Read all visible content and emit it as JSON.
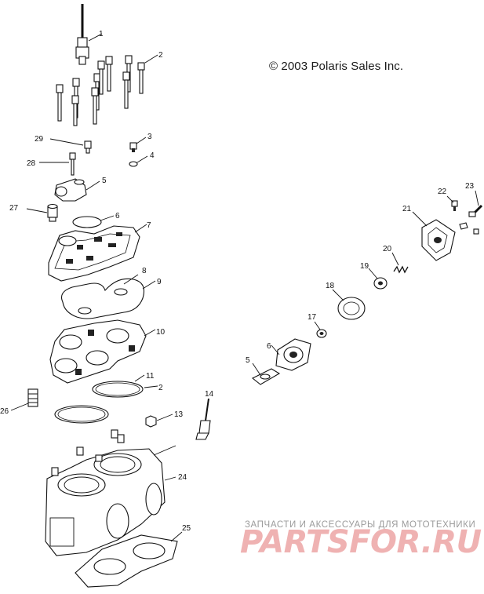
{
  "copyright": "© 2003 Polaris Sales Inc.",
  "watermark": {
    "top_text": "ЗАПЧАСТИ И АКСЕССУАРЫ ДЛЯ МОТОТЕХНИКИ",
    "logo_text": "PARTSFOR.RU"
  },
  "callouts": {
    "c1": "1",
    "c2": "2",
    "c3": "3",
    "c4": "4",
    "c5": "5",
    "c6": "6",
    "c7": "7",
    "c8": "8",
    "c9": "9",
    "c10": "10",
    "c11": "11",
    "c12": "2",
    "c13": "13",
    "c14": "14",
    "c15": "5",
    "c16": "6",
    "c17": "17",
    "c18": "18",
    "c19": "19",
    "c20": "20",
    "c21": "21",
    "c22": "22",
    "c23": "23",
    "c24": "24",
    "c25": "25",
    "c26": "26",
    "c27": "27",
    "c28": "28",
    "c29": "29"
  }
}
